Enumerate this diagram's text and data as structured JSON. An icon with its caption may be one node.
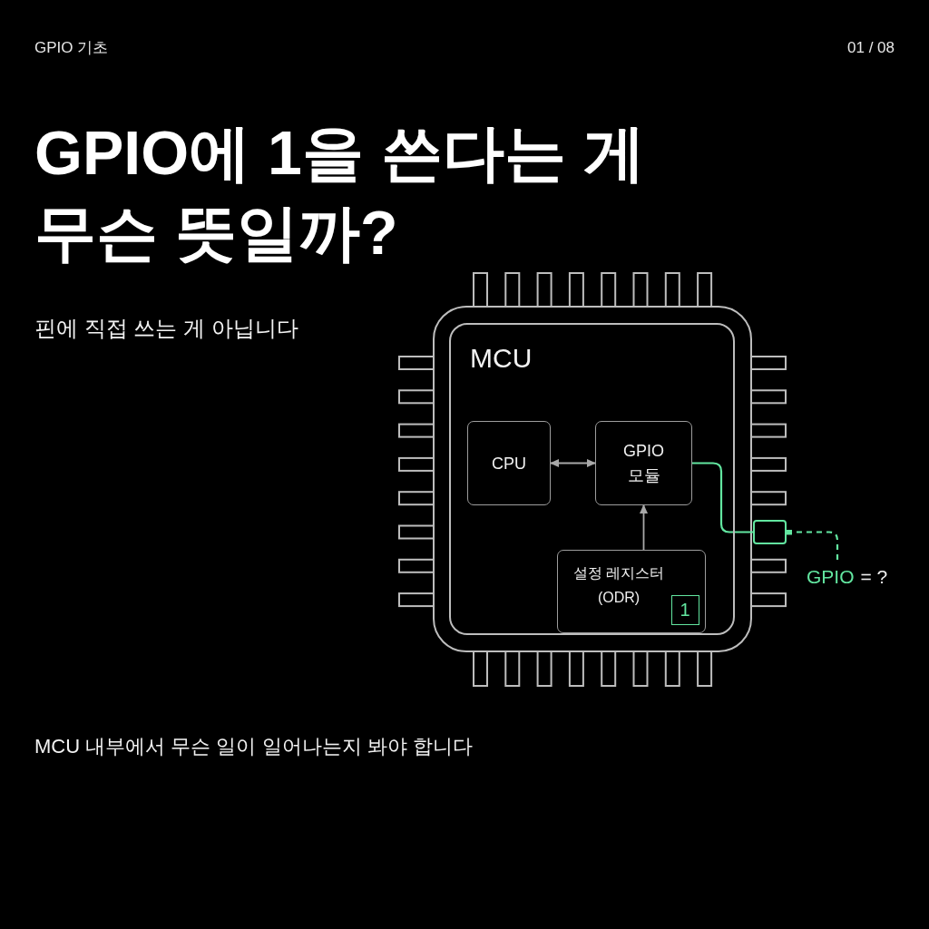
{
  "diagram": {
    "title": "**GPIO**에 **1**을 쓴다는 게 무슨 뜻일까?",
    "nodes": [
      {
        "text": [
          "MCU"
        ]
      },
      {
        "text": [
          "CPU"
        ],
        "in": 0
      },
      {
        "text": [
          "GPIO 모듈"
        ],
        "in": 0
      },
      {
        "text": [
          "설정 레지스터 (ODR)"
        ],
        "in": 0
      },
      {
        "text": [
          "1"
        ],
        "in": 3
      },
      {
        "text": [],
        "shape": "box"
      },
      {
        "text": [
          "GPIO",
          "= ?"
        ]
      }
    ],
    "edges": [
      {
        "from": 1,
        "to": 2,
        "arrow": "both"
      },
      {
        "from": 3,
        "to": 2,
        "arrow": "to"
      },
      {
        "from": 2,
        "to": 5,
        "arrow": "none",
        "color": "#62e6a0"
      },
      {
        "from": 5,
        "to": 6,
        "arrow": "other",
        "style": "dashed",
        "color": "#62e6a0"
      }
    ],
    "labels": [
      "GPIO 기초",
      "01 / 08",
      "핀에 직접 쓰는 게 아닙니다",
      "MCU 내부에서 무슨 일이 일어나는지 봐야 합니다"
    ]
  }
}
